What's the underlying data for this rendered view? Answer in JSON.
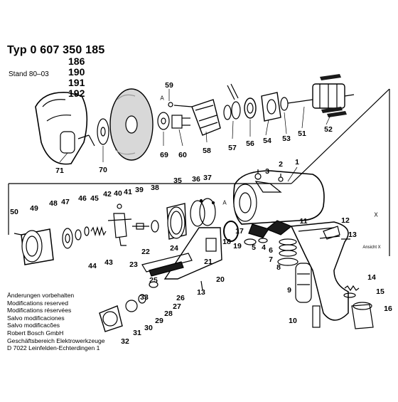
{
  "header": {
    "title": "Typ 0 607 350 185",
    "variants": [
      "186",
      "190",
      "191",
      "192"
    ],
    "stand": "Stand 80–03"
  },
  "notes": [
    "Änderungen vorbehalten",
    "Modifications reserved",
    "Modifications réservées",
    "Salvo modificaciones",
    "Salvo modificacões",
    "Robert Bosch GmbH",
    "Geschäftsbereich Elektrowerkzeuge",
    "D 7022 Leinfelden-Echterdingen 1"
  ],
  "part_numbers": [
    "59",
    "69",
    "60",
    "58",
    "57",
    "56",
    "54",
    "53",
    "51",
    "52",
    "71",
    "70",
    "2",
    "3",
    "1",
    "35",
    "36",
    "37",
    "50",
    "49",
    "48",
    "47",
    "46",
    "45",
    "42",
    "40",
    "41",
    "39",
    "38",
    "12",
    "13",
    "44",
    "43",
    "24",
    "22",
    "19",
    "5",
    "4",
    "6",
    "7",
    "8",
    "23",
    "21",
    "20",
    "25",
    "26",
    "27",
    "28",
    "29",
    "30",
    "31",
    "32",
    "33",
    "11",
    "13",
    "14",
    "15",
    "9",
    "16",
    "10",
    "18",
    "17"
  ],
  "letters": [
    "A",
    "A",
    "X",
    "Ansicht X"
  ],
  "colors": {
    "ink": "#000000",
    "paper": "#ffffff",
    "shade": "#1a1a1a"
  }
}
